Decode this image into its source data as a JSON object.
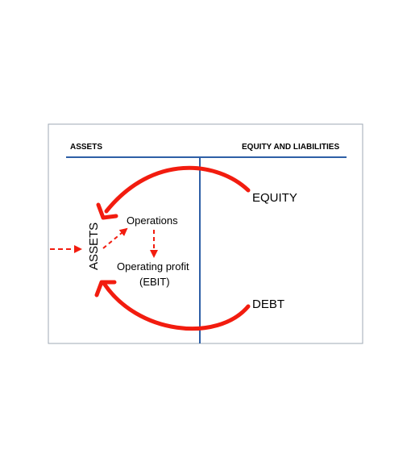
{
  "header": {
    "left_label": "ASSETS",
    "right_label": "EQUITY AND LIABILITIES"
  },
  "sources": {
    "equity": "EQUITY",
    "debt": "DEBT"
  },
  "target": {
    "assets": "ASSETS"
  },
  "flow": {
    "operations": "Operations",
    "operating_profit_line1": "Operating profit",
    "operating_profit_line2": "(EBIT)"
  },
  "colors": {
    "frame": "#9fa8b4",
    "divider": "#2e5fa6",
    "arrow": "#f21c0f",
    "text": "#000000"
  }
}
